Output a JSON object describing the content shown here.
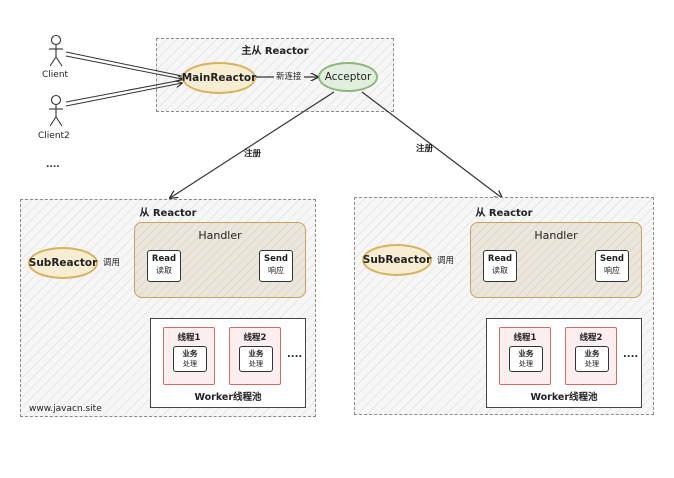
{
  "main_reactor_group": {
    "title": "主从 Reactor"
  },
  "clients": [
    {
      "label": "Client"
    },
    {
      "label": "Client2"
    },
    {
      "label": "...."
    }
  ],
  "main_reactor": {
    "label": "MainReactor"
  },
  "acceptor": {
    "label": "Acceptor"
  },
  "edges": {
    "new_connection": "新连接",
    "register_left": "注册",
    "register_right": "注册",
    "invoke": "调用"
  },
  "sub_reactor_groups": [
    {
      "title": "从 Reactor",
      "sub_reactor": "SubReactor",
      "handler": "Handler",
      "read": {
        "en": "Read",
        "zh": "读取"
      },
      "send": {
        "en": "Send",
        "zh": "响应"
      },
      "threads": [
        {
          "title": "线程1",
          "biz": "业务",
          "biz2": "处理"
        },
        {
          "title": "线程2",
          "biz": "业务",
          "biz2": "处理"
        }
      ],
      "more": "....",
      "pool": "Worker线程池",
      "watermark": "www.javacn.site"
    },
    {
      "title": "从 Reactor",
      "sub_reactor": "SubReactor",
      "handler": "Handler",
      "read": {
        "en": "Read",
        "zh": "读取"
      },
      "send": {
        "en": "Send",
        "zh": "响应"
      },
      "threads": [
        {
          "title": "线程1",
          "biz": "业务",
          "biz2": "处理"
        },
        {
          "title": "线程2",
          "biz": "业务",
          "biz2": "处理"
        }
      ],
      "more": "....",
      "pool": "Worker线程池"
    }
  ]
}
